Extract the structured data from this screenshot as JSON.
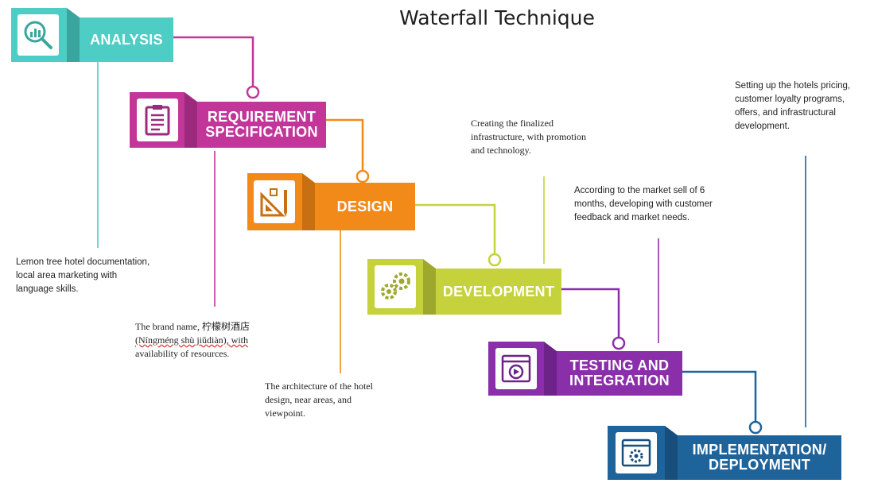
{
  "title": "Waterfall Technique",
  "stages": [
    {
      "label": "ANALYSIS",
      "color": "#4ecdc4",
      "icon": "magnifier-chart-icon"
    },
    {
      "label_line1": "REQUIREMENT",
      "label_line2": "SPECIFICATION",
      "color": "#c2369a",
      "icon": "clipboard-icon"
    },
    {
      "label": "DESIGN",
      "color": "#f28a19",
      "icon": "drafting-tools-icon"
    },
    {
      "label": "DEVELOPMENT",
      "color": "#c5d23c",
      "icon": "gears-icon"
    },
    {
      "label_line1": "TESTING AND",
      "label_line2": "INTEGRATION",
      "color": "#8a2fa9",
      "icon": "video-window-icon"
    },
    {
      "label_line1": "IMPLEMENTATION/",
      "label_line2": "DEPLOYMENT",
      "color": "#1f639b",
      "icon": "settings-window-icon"
    }
  ],
  "notes": {
    "analysis": [
      "Lemon tree hotel documentation,",
      "local area marketing with",
      "language skills."
    ],
    "requirement": [
      "The brand name, 柠檬树酒店",
      "(Níngméng shù jiǔdiàn), with",
      "availability of resources."
    ],
    "design": [
      "The architecture of the hotel",
      "design, near areas, and",
      "viewpoint."
    ],
    "development": [
      "Creating the finalized",
      "infrastructure, with promotion",
      "and technology."
    ],
    "testing": [
      "According to the market sell of 6",
      "months, developing with customer",
      "feedback and market needs."
    ],
    "implementation": [
      "Setting up the hotels pricing,",
      "customer loyalty programs,",
      "offers, and infrastructural",
      "development."
    ]
  }
}
